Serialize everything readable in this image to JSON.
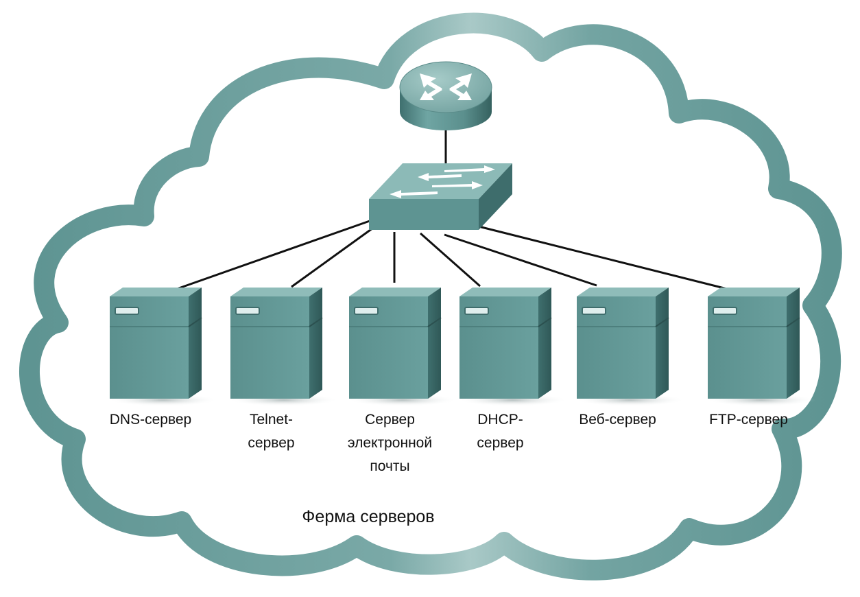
{
  "diagram": {
    "caption": "Ферма серверов",
    "servers": [
      {
        "lines": [
          "DNS-сервер"
        ]
      },
      {
        "lines": [
          "Telnet-",
          "сервер"
        ]
      },
      {
        "lines": [
          "Сервер",
          "электронной",
          "почты"
        ]
      },
      {
        "lines": [
          "DHCP-",
          "сервер"
        ]
      },
      {
        "lines": [
          "Веб-сервер"
        ]
      },
      {
        "lines": [
          "FTP-сервер"
        ]
      }
    ]
  },
  "colors": {
    "cloud": "#6b9d9c",
    "device_face": "#5f9593",
    "device_top": "#89b7b4",
    "device_side": "#467877"
  },
  "icons": {
    "router": "router-icon",
    "switch": "switch-icon",
    "server": "server-icon"
  }
}
